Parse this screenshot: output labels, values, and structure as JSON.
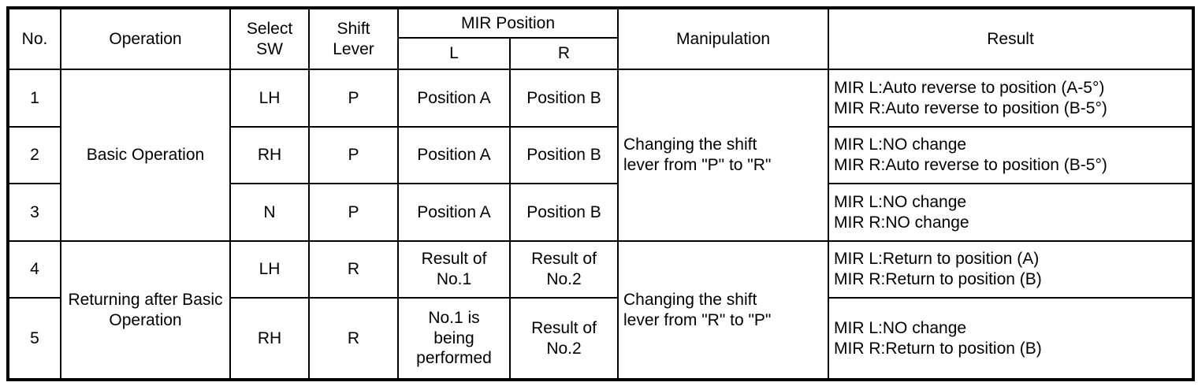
{
  "header": {
    "no": "No.",
    "operation": "Operation",
    "select_sw": "Select SW",
    "shift_lever": "Shift Lever",
    "mir_position": "MIR Position",
    "mir_l": "L",
    "mir_r": "R",
    "manipulation": "Manipulation",
    "result": "Result"
  },
  "groups": {
    "operation_rows_1_3": "Basic Operation",
    "operation_rows_4_5": "Returning after Basic Operation",
    "manipulation_rows_1_3": "Changing the shift lever from \"P\" to \"R\"",
    "manipulation_rows_4_5": "Changing the shift lever from \"R\" to \"P\""
  },
  "rows": [
    {
      "no": "1",
      "select_sw": "LH",
      "shift_lever": "P",
      "mir_l": "Position A",
      "mir_r": "Position B",
      "result_l": "MIR L:Auto reverse to position (A-5°)",
      "result_r": "MIR R:Auto reverse to position (B-5°)"
    },
    {
      "no": "2",
      "select_sw": "RH",
      "shift_lever": "P",
      "mir_l": "Position A",
      "mir_r": "Position B",
      "result_l": "MIR L:NO change",
      "result_r": "MIR R:Auto reverse to position (B-5°)"
    },
    {
      "no": "3",
      "select_sw": "N",
      "shift_lever": "P",
      "mir_l": "Position A",
      "mir_r": "Position B",
      "result_l": "MIR L:NO change",
      "result_r": "MIR R:NO change"
    },
    {
      "no": "4",
      "select_sw": "LH",
      "shift_lever": "R",
      "mir_l": "Result of No.1",
      "mir_r": "Result of No.2",
      "result_l": "MIR L:Return to position (A)",
      "result_r": "MIR R:Return to position (B)"
    },
    {
      "no": "5",
      "select_sw": "RH",
      "shift_lever": "R",
      "mir_l": "No.1 is being performed",
      "mir_r": "Result of No.2",
      "result_l": "MIR L:NO change",
      "result_r": "MIR R:Return to position (B)"
    }
  ]
}
